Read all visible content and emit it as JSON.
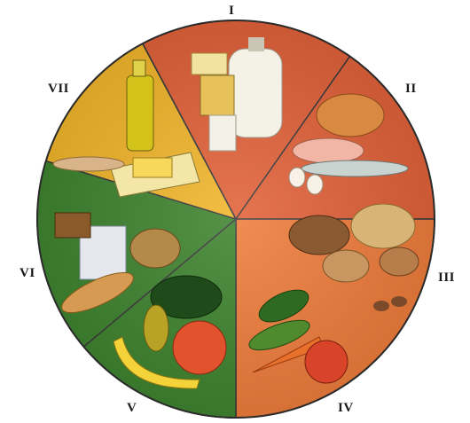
{
  "diagram": {
    "segments": [
      {
        "label": "I",
        "color": "#e2623a",
        "content": "dairy products"
      },
      {
        "label": "II",
        "color": "#e2623a",
        "content": "meat, fish, eggs"
      },
      {
        "label": "III",
        "color": "#ef7d3c",
        "content": "potatoes, legumes"
      },
      {
        "label": "IV",
        "color": "#3f8430",
        "content": "vegetables"
      },
      {
        "label": "V",
        "color": "#3f8430",
        "content": "fruit"
      },
      {
        "label": "VI",
        "color": "#f2b62c",
        "content": "cereals, bread"
      },
      {
        "label": "VII",
        "color": "#f5c52f",
        "content": "fats, oils"
      }
    ]
  }
}
